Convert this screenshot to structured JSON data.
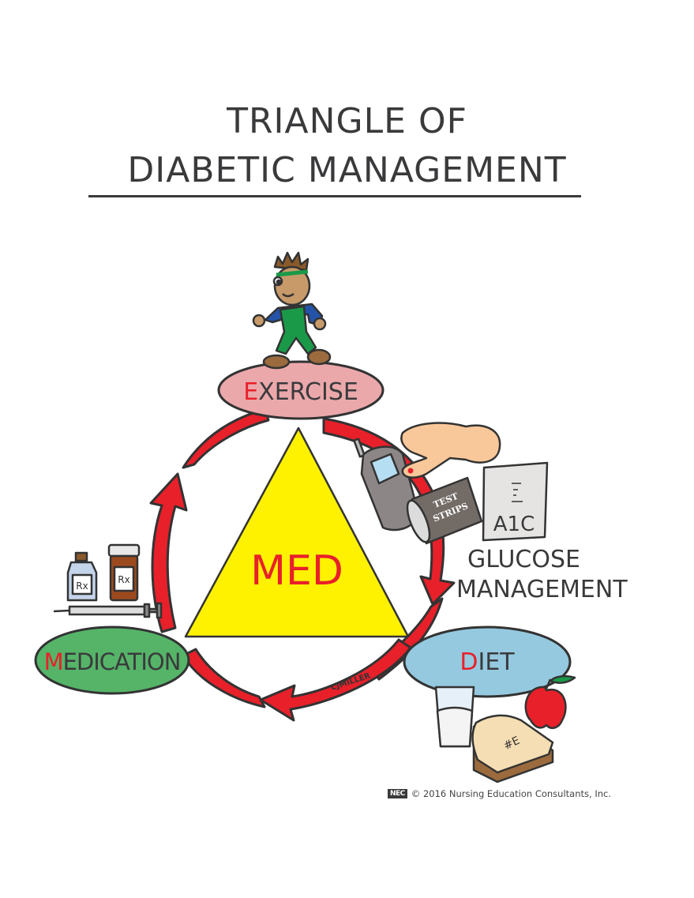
{
  "title": {
    "line1": "TRIANGLE OF",
    "line2": "DIABETIC MANAGEMENT"
  },
  "center": {
    "label": "MED",
    "shape": "triangle",
    "color": "#fff200",
    "text_color": "#e8202a"
  },
  "nodes": [
    {
      "id": "exercise",
      "initial": "E",
      "rest": "XERCISE",
      "full": "EXERCISE",
      "fill": "#eba8ab",
      "icon": "walking-man-icon"
    },
    {
      "id": "diet",
      "initial": "D",
      "rest": "IET",
      "full": "DIET",
      "fill": "#95c9df",
      "icon": "food-icon"
    },
    {
      "id": "medication",
      "initial": "M",
      "rest": "EDICATION",
      "full": "MEDICATION",
      "fill": "#55b468",
      "icon": "medicine-icon"
    }
  ],
  "cycle": {
    "arrow_color": "#e8202a",
    "direction": "clockwise",
    "edges": [
      {
        "from": "exercise",
        "to": "diet",
        "note": "GLUCOSE MANAGEMENT"
      },
      {
        "from": "diet",
        "to": "medication",
        "note": ""
      },
      {
        "from": "medication",
        "to": "exercise",
        "note": ""
      }
    ]
  },
  "glucose": {
    "line1": "GLUCOSE",
    "line2": "MANAGEMENT",
    "test_strips_line1": "TEST",
    "test_strips_line2": "STRIPS",
    "report_label": "A1C"
  },
  "medication_items": {
    "vial_label": "Rx",
    "bottle_label": "Rx"
  },
  "diet_items": {
    "sandwich_mark": "#E"
  },
  "signature": "CJMILLER",
  "credit": {
    "logo": "NEC",
    "text": "© 2016 Nursing Education Consultants, Inc."
  }
}
